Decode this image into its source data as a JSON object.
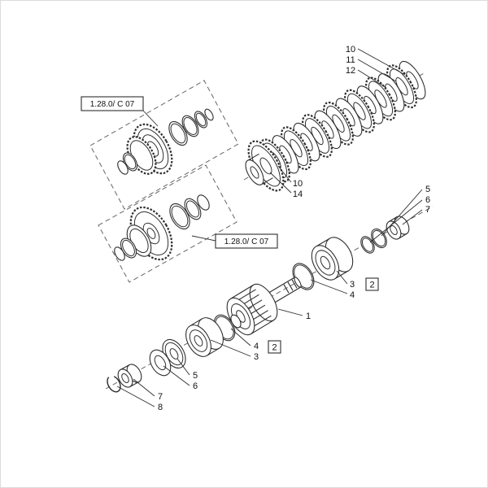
{
  "diagram": {
    "type": "exploded-parts-diagram",
    "colors": {
      "background": "#ffffff",
      "line": "#2e2e2e",
      "dashed": "#666666"
    },
    "reference_boxes": {
      "box1": "1.28.0/ C 07",
      "box2": "1.28.0/ C 07"
    },
    "callouts": {
      "top10": "10",
      "top11": "11",
      "top12": "12",
      "mid10": "10",
      "mid14": "14",
      "r5": "5",
      "r6": "6",
      "r7": "7",
      "r3": "3",
      "r4": "4",
      "rbox2": "2",
      "shaft1": "1",
      "l4": "4",
      "l3": "3",
      "lbox2": "2",
      "l5": "5",
      "l6": "6",
      "l7": "7",
      "l8": "8"
    }
  }
}
